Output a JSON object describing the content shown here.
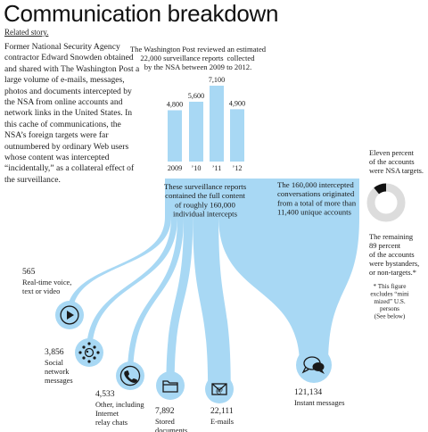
{
  "title": "Communication breakdown",
  "related_link": "Related story.",
  "intro": "Former National Security Agency contractor Edward Snowden obtained and shared with The Washington Post a large volume of e-mails, messages, photos and documents intercepted by the NSA from online accounts and network links in the United States. In this cache of communications, the NSA’s foreign targets were far outnumbered by ordinary Web users whose content was intercepted “incidentally,” as a collateral effect of the surveillance.",
  "colors": {
    "flow": "#a8d8f4",
    "bar": "#a8d8f4",
    "circle": "#a8d8f4",
    "icon": "#1a1a1a",
    "donut_light": "#dcdcdc",
    "donut_dark": "#111111"
  },
  "chart_data": [
    {
      "type": "bar",
      "annotation": [
        "The Washington Post reviewed an estimated",
        "22,000 surveillance reports",
        "collected",
        "by the NSA between 2009 to 2012."
      ],
      "categories": [
        "2009",
        "’10",
        "’11",
        "’12"
      ],
      "values": [
        4800,
        5600,
        7100,
        4900
      ],
      "value_labels": [
        "4,800",
        "5,600",
        "7,100",
        "4,900"
      ],
      "ylim": [
        0,
        7100
      ]
    },
    {
      "type": "pie",
      "annotation_top": [
        "Eleven percent",
        "of the accounts",
        "were NSA targets."
      ],
      "annotation_bottom": [
        "The remaining",
        "89 percent",
        "of the accounts",
        "were bystanders,",
        "or non-targets.*"
      ],
      "footnote": [
        "* This figure",
        "excludes “mini",
        "mized” U.S.",
        "persons",
        "(See below)"
      ],
      "slices": [
        {
          "label": "NSA targets",
          "value": 11
        },
        {
          "label": "Non-targets",
          "value": 89
        }
      ]
    },
    {
      "type": "flow",
      "left_annotation": [
        "These surveillance reports",
        "contained the full content",
        "of roughly 160,000",
        "individual intercepts"
      ],
      "right_annotation": [
        "The 160,000 intercepted",
        "conversations originated",
        "from a total of more than",
        "11,400 unique accounts"
      ],
      "total": 160000,
      "categories": [
        {
          "value": 565,
          "value_label": "565",
          "label_lines": [
            "Real-time voice,",
            "text or video"
          ],
          "icon": "play-icon"
        },
        {
          "value": 3856,
          "value_label": "3,856",
          "label_lines": [
            "Social",
            "network",
            "messages"
          ],
          "icon": "network-icon"
        },
        {
          "value": 4533,
          "value_label": "4,533",
          "label_lines": [
            "Other, including",
            "Internet",
            "relay chats"
          ],
          "icon": "phone-icon"
        },
        {
          "value": 7892,
          "value_label": "7,892",
          "label_lines": [
            "Stored",
            "documents"
          ],
          "icon": "folder-icon"
        },
        {
          "value": 22111,
          "value_label": "22,111",
          "label_lines": [
            "E-mails"
          ],
          "icon": "email-icon"
        },
        {
          "value": 121134,
          "value_label": "121,134",
          "label_lines": [
            "Instant messages"
          ],
          "icon": "chat-icon"
        }
      ]
    }
  ]
}
